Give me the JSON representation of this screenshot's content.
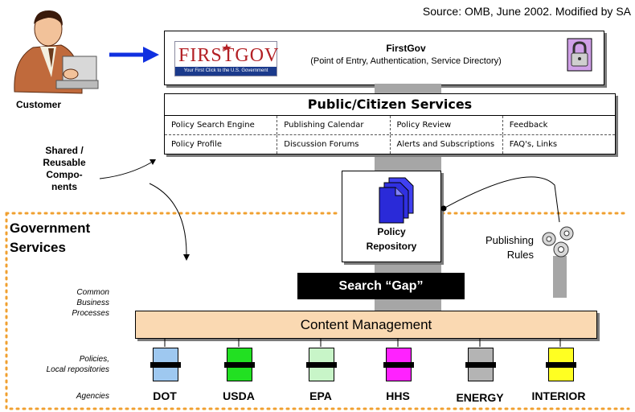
{
  "source_note": "Source: OMB, June 2002. Modified by SA",
  "customer_label": "Customer",
  "shared_components_label": [
    "Shared /",
    "Reusable",
    "Compo-",
    "nents"
  ],
  "firstgov": {
    "logo_word": "FIRSTGOV",
    "logo_tagline": "Your First Click to the U.S. Government",
    "title": "FirstGov",
    "subtitle": "(Point of Entry, Authentication, Service Directory)"
  },
  "public_services": {
    "title": "Public/Citizen Services",
    "rows": [
      [
        "Policy Search Engine",
        "Publishing Calendar",
        "Policy Review",
        "Feedback"
      ],
      [
        "Policy Profile",
        "Discussion Forums",
        "Alerts and Subscriptions",
        "FAQ's, Links"
      ]
    ]
  },
  "policy_repository_label": [
    "Policy",
    "Repository"
  ],
  "government_services_label": [
    "Government",
    "Services"
  ],
  "publishing_rules_label": [
    "Publishing",
    "Rules"
  ],
  "search_gap_label": "Search “Gap”",
  "content_management_label": "Content Management",
  "row_labels": {
    "common_business": [
      "Common",
      "Business",
      "Processes"
    ],
    "policies": [
      "Policies,",
      "Local repositories"
    ],
    "agencies": "Agencies"
  },
  "agencies": [
    {
      "name": "DOT",
      "color": "#9ec8f0"
    },
    {
      "name": "USDA",
      "color": "#22e022"
    },
    {
      "name": "EPA",
      "color": "#c8f5c8"
    },
    {
      "name": "HHS",
      "color": "#ff22ff"
    },
    {
      "name": "ENERGY",
      "color": "#b4b4b4"
    },
    {
      "name": "INTERIOR",
      "color": "#ffff22"
    }
  ],
  "colors": {
    "arrow_blue": "#1030e0",
    "dotted_border": "#f0a030",
    "connector_gray": "#a6a6a6",
    "content_mgmt_fill": "#fad9b2",
    "repo_doc_blue": "#2a2ad8"
  }
}
